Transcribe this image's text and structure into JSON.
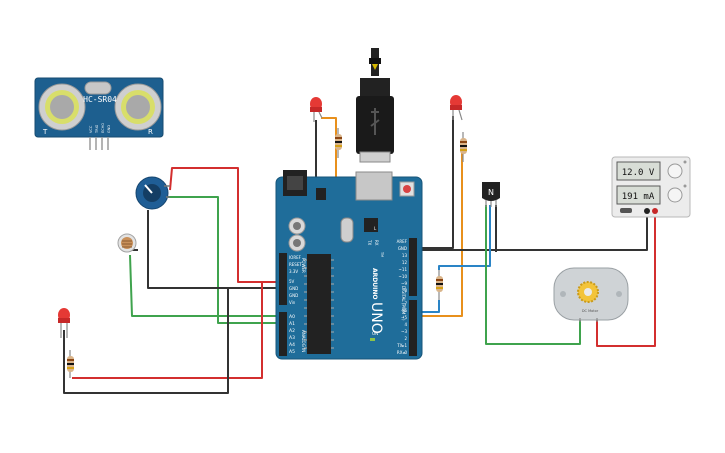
{
  "sensor": {
    "label": "HC-SR04",
    "pin_labels": [
      "VCC",
      "TRIG",
      "ECHO",
      "GND"
    ],
    "corner_left": "T",
    "corner_right": "R"
  },
  "power_supply": {
    "voltage": "12.0 V",
    "current": "191 mA"
  },
  "transistor": {
    "label": "N"
  },
  "motor": {
    "label": "DC Motor"
  },
  "arduino": {
    "brand": "ARDUINO",
    "model": "UNO",
    "tm": "TM",
    "power_header": "POWER",
    "analog_header": "ANALOG IN",
    "digital_header": "DIGITAL (PWM ~)",
    "power_pins": [
      "IOREF",
      "RESET",
      "3.3V",
      "5V",
      "GND",
      "GND",
      "Vin"
    ],
    "analog_pins": [
      "A0",
      "A1",
      "A2",
      "A3",
      "A4",
      "A5"
    ],
    "digital_top": [
      "AREF",
      "GND",
      "13",
      "12",
      "~11",
      "~10",
      "~9",
      "8"
    ],
    "digital_bottom": [
      "7",
      "~6",
      "~5",
      "4",
      "~3",
      "2",
      "TX▸1",
      "RX◂0"
    ],
    "led_labels": [
      "TX",
      "RX"
    ],
    "on_label": "ON",
    "l_label": "L"
  },
  "colors": {
    "board": "#1f6d9a",
    "wire_red": "#d32f2f",
    "wire_black": "#333333",
    "wire_green": "#3fa34d",
    "wire_orange": "#e8901c",
    "wire_blue": "#2a84c6",
    "led_red": "#e53935"
  }
}
